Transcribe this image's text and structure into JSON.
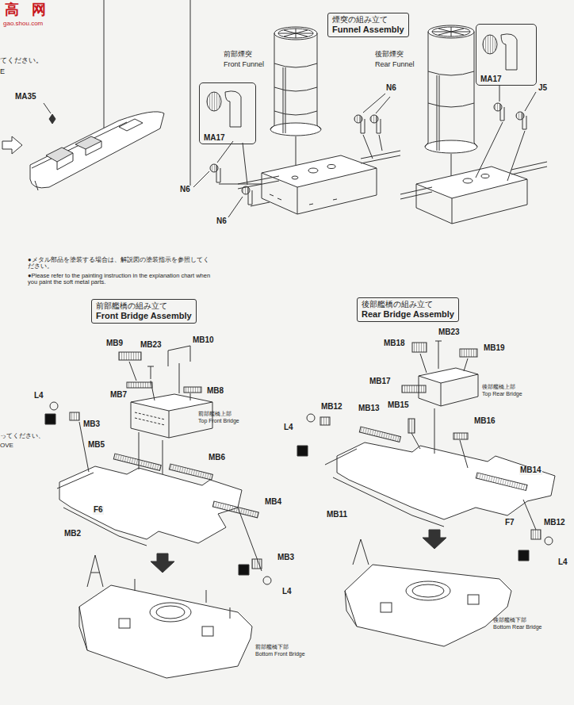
{
  "diagram": {
    "nodes": [
      {
        "text": [
          "煙突の組み立て",
          "Funnel Assembly"
        ]
      },
      {
        "text": [
          "MA17"
        ]
      },
      {
        "text": [
          "MA17"
        ]
      },
      {
        "text": [
          "前部艦橋の組み立て",
          "Front Bridge Assembly"
        ]
      },
      {
        "text": [
          "後部艦橋の組み立て",
          "Rear Bridge Assembly"
        ]
      }
    ],
    "labels": [
      "高",
      "网",
      "gao.shou.com",
      "てください。",
      "E",
      "MA35",
      "前部煙突",
      "Front Funnel",
      "N6",
      "N6",
      "N6",
      "後部煙突",
      "Rear Funnel",
      "J5",
      "●メタル部品を塗装する場合は、解説図の塗装指示を参照してください。",
      "●Please refer to the painting instruction in the explanation chart when you paint the soft metal parts.",
      "ってください、",
      "OVE",
      "MB9",
      "MB23",
      "MB10",
      "MB7",
      "MB8",
      "前部艦橋上部",
      "Top Front Bridge",
      "L4",
      "MB3",
      "MB5",
      "MB6",
      "MB4",
      "F6",
      "MB2",
      "MB3",
      "L4",
      "前部艦橋下部",
      "Bottom Front Bridge",
      "MB18",
      "MB23",
      "MB19",
      "MB17",
      "後部艦橋上部",
      "Top Rear Bridge",
      "MB12",
      "MB13",
      "MB15",
      "L4",
      "MB16",
      "MB14",
      "MB11",
      "F7",
      "MB12",
      "L4",
      "後部艦橋下部",
      "Bottom Rear Bridge"
    ]
  }
}
